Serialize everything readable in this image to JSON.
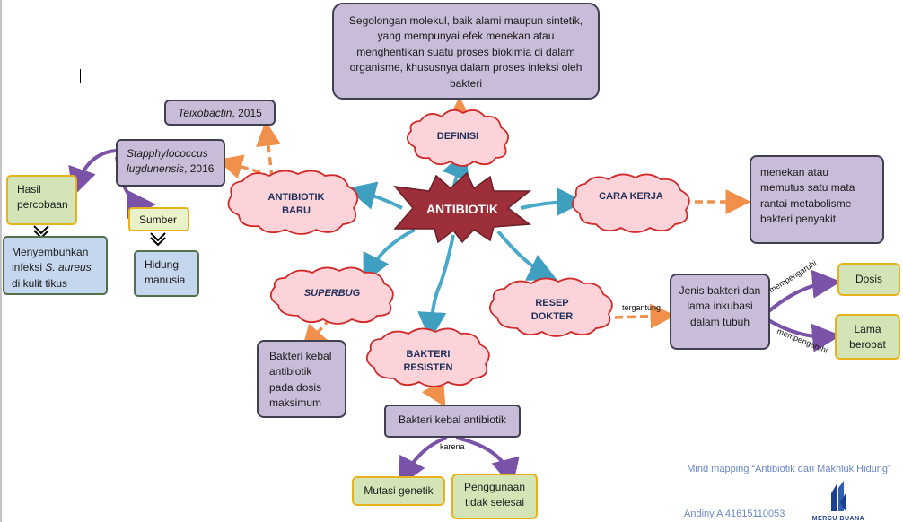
{
  "center": "ANTIBIOTIK",
  "clouds": {
    "definisi": "DEFINISI",
    "antibiotik_baru_1": "ANTIBIOTIK",
    "antibiotik_baru_2": "BARU",
    "cara_kerja": "CARA KERJA",
    "superbug": "SUPERBUG",
    "resep_1": "RESEP",
    "resep_2": "DOKTER",
    "bakteri_1": "BAKTERI",
    "bakteri_2": "RESISTEN"
  },
  "boxes": {
    "definisi_text": "Segolongan molekul, baik alami maupun sintetik, yang mempunyai efek menekan atau menghentikan suatu proses biokimia di dalam organisme, khususnya dalam proses infeksi oleh bakteri",
    "teixo_name": "Teixobactin",
    "teixo_year": ", 2015",
    "staph_name": "Stapphylococcus lugdunensis",
    "staph_year": ", 2016",
    "hasil": "Hasil percobaan",
    "sumber": "Sumber",
    "sembuh_1": "Menyembuhkan infeksi",
    "sembuh_em": "S. aureus",
    "sembuh_2": "di kulit tikus",
    "hidung": "Hidung manusia",
    "cara_kerja_text": "menekan atau memutus satu mata rantai metabolisme bakteri penyakit",
    "superbug_text": "Bakteri kebal antibiotik pada dosis maksimum",
    "kebal": "Bakteri kebal antibiotik",
    "jenis": "Jenis bakteri dan lama inkubasi dalam tubuh",
    "dosis": "Dosis",
    "lama": "Lama berobat",
    "mutasi": "Mutasi genetik",
    "penggunaan": "Penggunaan tidak selesai"
  },
  "connectors": {
    "tergantung": "tergantung",
    "mempengaruhi_1": "mempengaruhi",
    "mempengaruhi_2": "mempengaruhi",
    "karena": "karena"
  },
  "footer": {
    "title": "Mind mapping “Antibiotik dari Makhluk Hidung”",
    "author": "Andiny A 41615110053",
    "logo_text": "MERCU BUANA"
  }
}
